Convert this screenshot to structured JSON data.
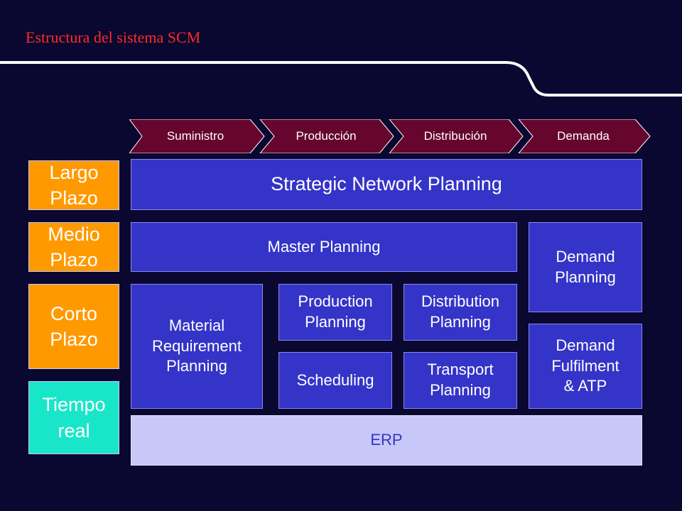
{
  "title": "Estructura del sistema SCM",
  "colors": {
    "background": "#0a0730",
    "title": "#ff2a2a",
    "chevron": "#66052e",
    "module": "#3434c8",
    "erp": "#c8c8f8",
    "term_orange": "#ff9900",
    "term_cyan": "#19e6c8"
  },
  "chain": [
    "Suministro",
    "Producción",
    "Distribución",
    "Demanda"
  ],
  "horizons": {
    "largo": "Largo\nPlazo",
    "medio": "Medio\nPlazo",
    "corto": "Corto\nPlazo",
    "tiempo_real": "Tiempo\nreal"
  },
  "modules": {
    "strategic": "Strategic Network Planning",
    "master": "Master Planning",
    "demand_planning": "Demand\nPlanning",
    "mrp": "Material\nRequirement\nPlanning",
    "production": "Production\nPlanning",
    "distribution": "Distribution\nPlanning",
    "scheduling": "Scheduling",
    "transport": "Transport\nPlanning",
    "fulfilment": "Demand\nFulfilment\n& ATP",
    "erp": "ERP"
  }
}
